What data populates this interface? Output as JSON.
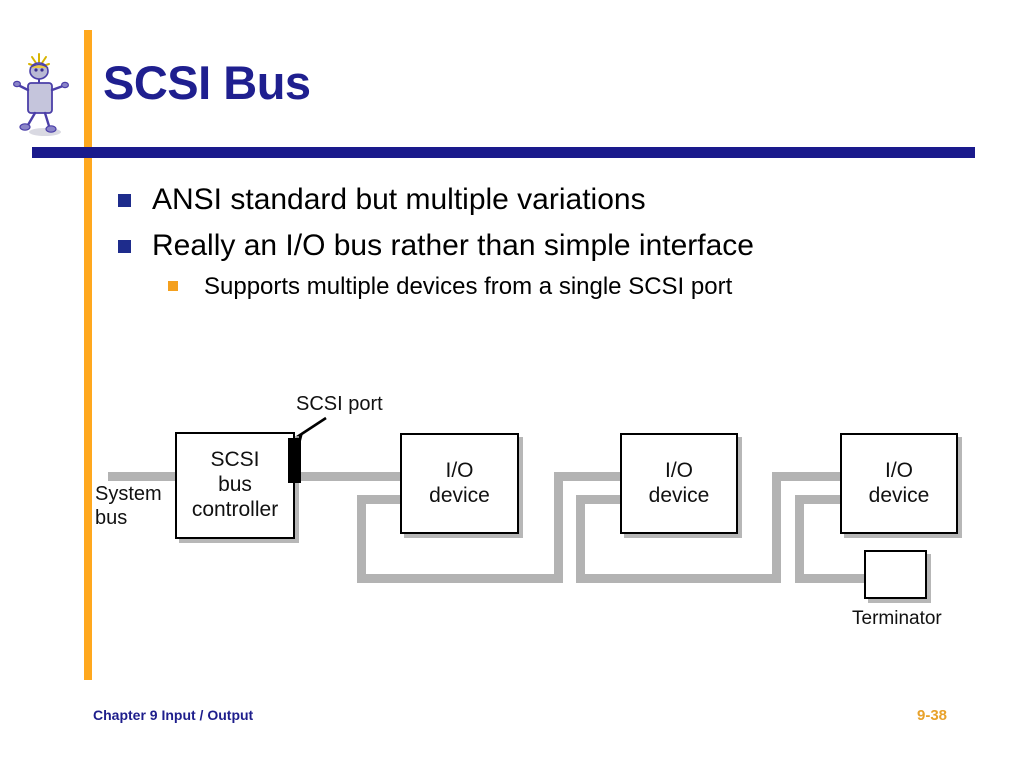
{
  "slide": {
    "title": "SCSI Bus",
    "mascot_icon": "stick-figure-mascot-icon",
    "accent_color": "#FFA81E",
    "title_color": "#1F1F8F",
    "rule_color": "#1A1A8C"
  },
  "bullets": {
    "level1": [
      {
        "text": "ANSI standard but multiple variations",
        "bullet_color": "#1E2C8C"
      },
      {
        "text": "Really an I/O bus rather than simple interface",
        "bullet_color": "#1E2C8C"
      }
    ],
    "level2": [
      {
        "text": "Supports multiple devices from a single SCSI port",
        "bullet_color": "#F4A01E"
      }
    ]
  },
  "diagram": {
    "wire_color": "#B3B3B3",
    "labels": {
      "scsi_port": "SCSI port",
      "system_bus": "System\nbus",
      "system_bus_line1": "System",
      "system_bus_line2": "bus",
      "terminator": "Terminator"
    },
    "boxes": [
      {
        "id": "controller",
        "line1": "SCSI",
        "line2": "bus",
        "line3": "controller"
      },
      {
        "id": "io-device-1",
        "line1": "I/O",
        "line2": "device"
      },
      {
        "id": "io-device-2",
        "line1": "I/O",
        "line2": "device"
      },
      {
        "id": "io-device-3",
        "line1": "I/O",
        "line2": "device"
      },
      {
        "id": "terminator",
        "line1": "",
        "line2": ""
      }
    ]
  },
  "footer": {
    "left": "Chapter 9 Input / Output",
    "right": "9-38",
    "left_color": "#1E1E8C",
    "right_color": "#E8A22B"
  }
}
